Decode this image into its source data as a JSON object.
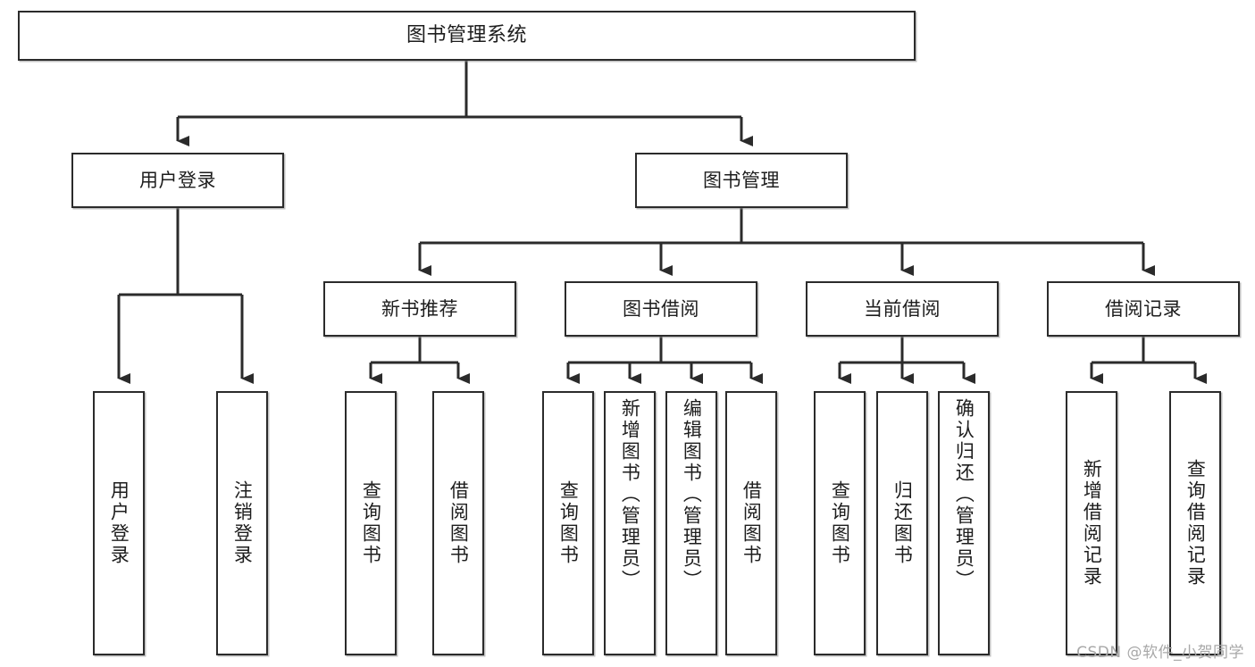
{
  "diagram": {
    "type": "tree",
    "title": "图书管理系统",
    "orientation": "top-down",
    "colors": {
      "box_border": "#2b2b2b",
      "box_fill": "#ffffff",
      "connector": "#2b2b2b",
      "text": "#1d1d1d",
      "watermark": "#a8a8a8"
    }
  },
  "root": {
    "label": "图书管理系统"
  },
  "level2": [
    {
      "label": "用户登录"
    },
    {
      "label": "图书管理"
    }
  ],
  "level3": [
    {
      "label": "新书推荐"
    },
    {
      "label": "图书借阅"
    },
    {
      "label": "当前借阅"
    },
    {
      "label": "借阅记录"
    }
  ],
  "leaves": [
    {
      "label": "用户登录",
      "parent": "用户登录",
      "orientation": "vertical",
      "align": "center"
    },
    {
      "label": "注销登录",
      "parent": "用户登录",
      "orientation": "vertical",
      "align": "center"
    },
    {
      "label": "查询图书",
      "parent": "新书推荐",
      "orientation": "vertical",
      "align": "center"
    },
    {
      "label": "借阅图书",
      "parent": "新书推荐",
      "orientation": "vertical",
      "align": "center"
    },
    {
      "label": "查询图书",
      "parent": "图书借阅",
      "orientation": "vertical",
      "align": "center"
    },
    {
      "label": "新增图书（管理员）",
      "parent": "图书借阅",
      "orientation": "vertical",
      "align": "top"
    },
    {
      "label": "编辑图书（管理员）",
      "parent": "图书借阅",
      "orientation": "vertical",
      "align": "top"
    },
    {
      "label": "借阅图书",
      "parent": "图书借阅",
      "orientation": "vertical",
      "align": "center"
    },
    {
      "label": "查询图书",
      "parent": "当前借阅",
      "orientation": "vertical",
      "align": "center"
    },
    {
      "label": "归还图书",
      "parent": "当前借阅",
      "orientation": "vertical",
      "align": "center"
    },
    {
      "label": "确认归还（管理员）",
      "parent": "当前借阅",
      "orientation": "vertical",
      "align": "top"
    },
    {
      "label": "新增借阅记录",
      "parent": "借阅记录",
      "orientation": "vertical",
      "align": "center"
    },
    {
      "label": "查询借阅记录",
      "parent": "借阅记录",
      "orientation": "vertical",
      "align": "center"
    }
  ],
  "watermark": {
    "text": "CSDN @软件_小贺同学"
  }
}
